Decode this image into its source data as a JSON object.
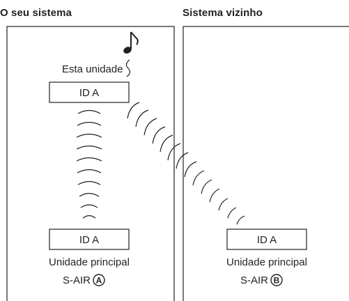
{
  "headings": {
    "left": "O seu sistema",
    "right": "Sistema vizinho"
  },
  "left_panel": {
    "unit_label": "Esta unidade",
    "unit_id": "ID A",
    "main_unit_id": "ID A",
    "main_unit_caption": "Unidade principal",
    "s_air_label": "S-AIR",
    "s_air_letter": "A"
  },
  "right_panel": {
    "main_unit_id": "ID A",
    "main_unit_caption": "Unidade principal",
    "s_air_label": "S-AIR",
    "s_air_letter": "B"
  },
  "icons": {
    "music_note": "music-note-icon",
    "sound_wave": "sound-wave-icon"
  }
}
